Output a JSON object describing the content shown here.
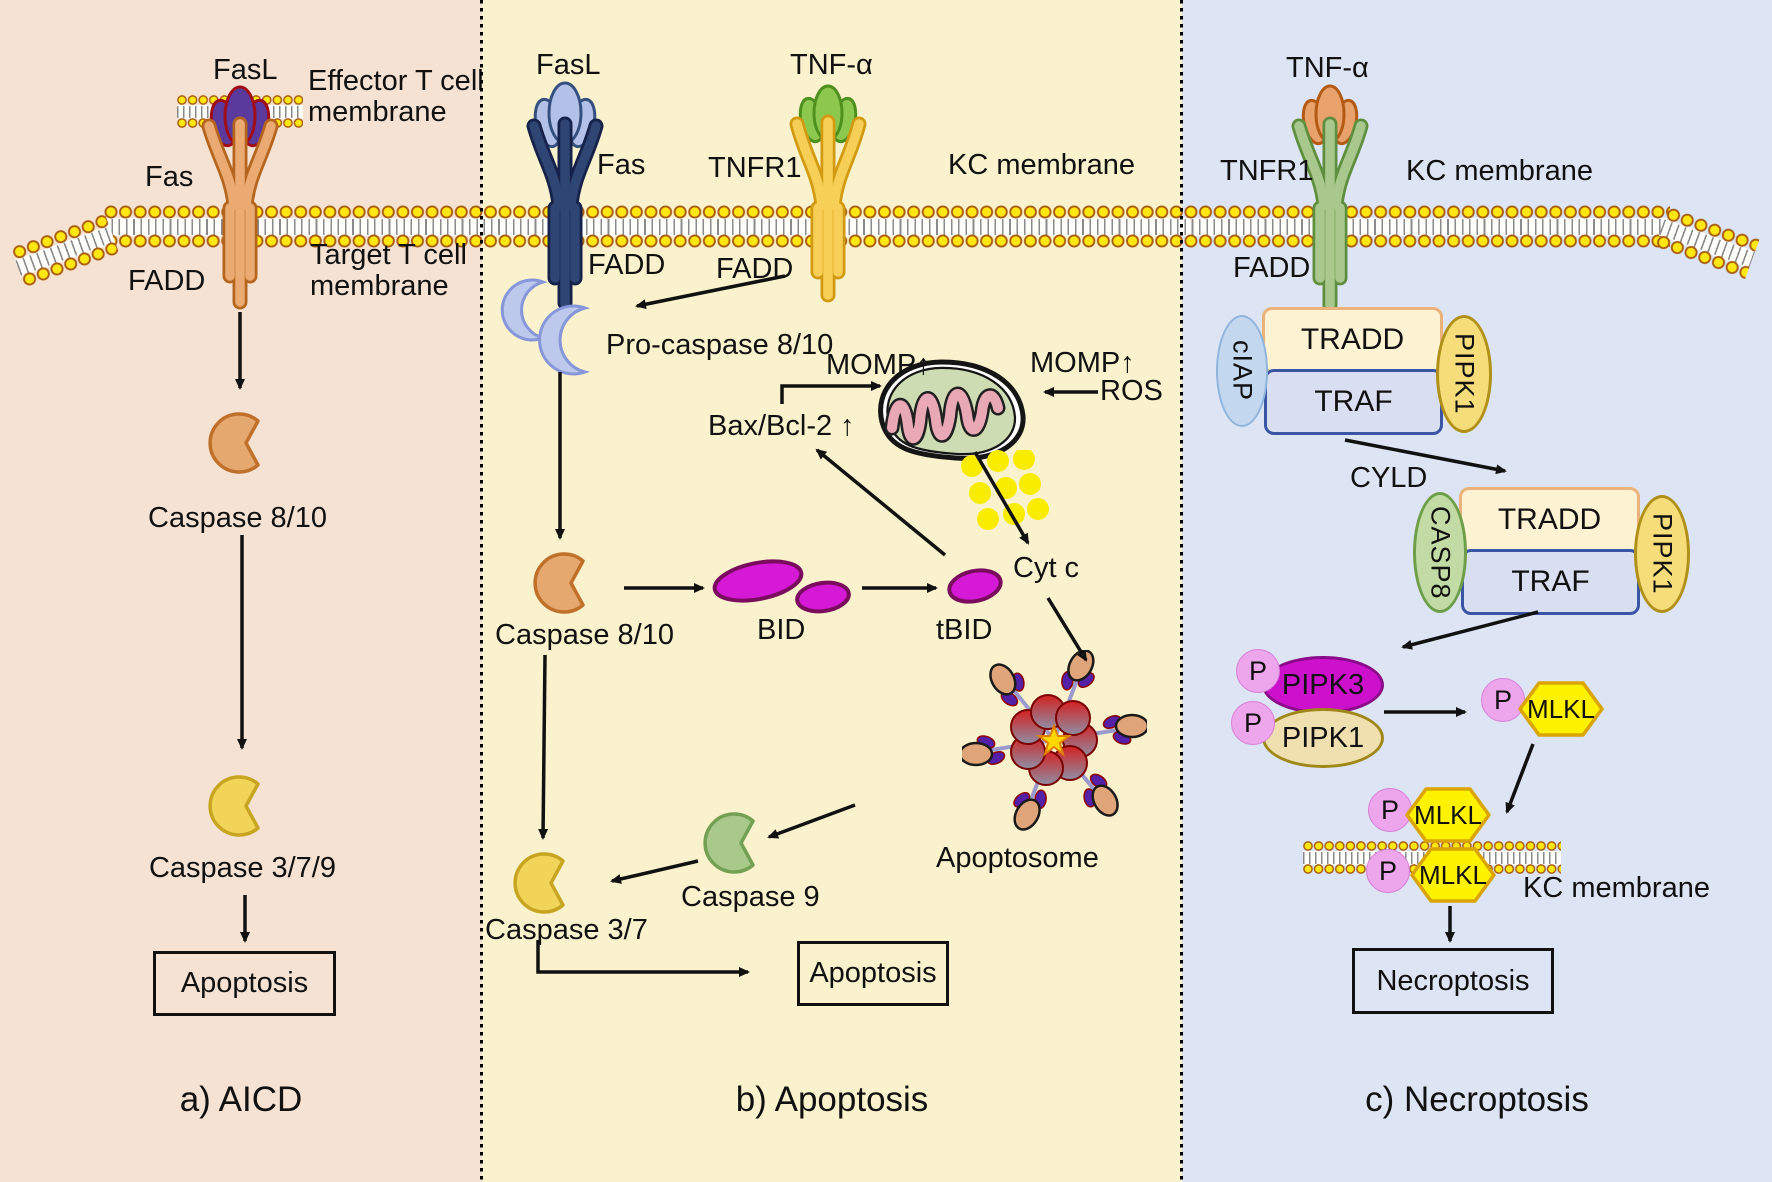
{
  "figure": {
    "type": "pathway-diagram",
    "description": "Three cell-death signalling pathways in three colored panels"
  },
  "panels": {
    "a": {
      "title": "a) AICD",
      "fasl": "FasL",
      "effector_membrane_line1": "Effector T cell",
      "effector_membrane_line2": "membrane",
      "fas": "Fas",
      "fadd": "FADD",
      "target_membrane_line1": "Target T cell",
      "target_membrane_line2": "membrane",
      "caspase810": "Caspase 8/10",
      "caspase379": "Caspase 3/7/9",
      "apoptosis": "Apoptosis"
    },
    "b": {
      "title": "b) Apoptosis",
      "fasl": "FasL",
      "fas": "Fas",
      "tnfa": "TNF-α",
      "tnfr1": "TNFR1",
      "kc_membrane": "KC membrane",
      "fadd_left": "FADD",
      "fadd_right": "FADD",
      "pro_caspase": "Pro-caspase 8/10",
      "momp_left": "MOMP↑",
      "momp_right": "MOMP↑",
      "ros": "ROS",
      "bax_bcl2": "Bax/Bcl-2 ↑",
      "caspase810": "Caspase 8/10",
      "bid": "BID",
      "tbid": "tBID",
      "cytc": "Cyt c",
      "apoptosome": "Apoptosome",
      "caspase9": "Caspase 9",
      "caspase37": "Caspase 3/7",
      "apoptosis": "Apoptosis"
    },
    "c": {
      "title": "c) Necroptosis",
      "tnfa": "TNF-α",
      "tnfr1": "TNFR1",
      "kc_membrane_top": "KC membrane",
      "fadd": "FADD",
      "ciap": "cIAP",
      "tradd1": "TRADD",
      "traf1": "TRAF",
      "pipk1_a": "PIPK1",
      "cyld": "CYLD",
      "casp8": "CASP8",
      "tradd2": "TRADD",
      "traf2": "TRAF",
      "pipk1_b": "PIPK1",
      "p_label": "P",
      "pipk3": "PIPK3",
      "pipk1_c": "PIPK1",
      "mlkl1": "MLKL",
      "mlkl2": "MLKL",
      "mlkl3": "MLKL",
      "kc_membrane_bottom": "KC membrane",
      "necroptosis": "Necroptosis"
    }
  },
  "colors": {
    "panel_a_bg": "#f6e2d2",
    "panel_b_bg": "#faf2cc",
    "panel_c_bg": "#dde4f3",
    "membrane_bead": "#ffe713",
    "membrane_bead_ring": "#a85c10",
    "fas_a_fill": "#eaaa72",
    "fas_a_stroke": "#b5651d",
    "fasl_a_ligand": "#5b3a9e",
    "fas_b_fill": "#2f4574",
    "fas_b_stroke": "#16224a",
    "fasl_b_ligand": "#b3c1e8",
    "tnfr1_b_fill": "#f7cf56",
    "tnfr1_b_stroke": "#d19a10",
    "tnfa_b_ligand": "#8dc84e",
    "tnfr1_c_fill": "#a9c88e",
    "tnfr1_c_stroke": "#5f8f3e",
    "tnfa_c_ligand": "#e9a26b",
    "procaspase_moon": "#bcc8ec",
    "caspase810_pac": "#e5a86f",
    "caspase37_pac": "#f2d459",
    "caspase9_pac": "#a8c98a",
    "bid_magenta": "#d619d6",
    "cytc_dot": "#f8ec00",
    "mito_inner": "#cddcb2",
    "mito_cristae": "#e8a8b6",
    "tradd_fill": "#fdf3d3",
    "tradd_stroke": "#ecb27c",
    "traf_fill": "#d9def1",
    "traf_stroke": "#3b55a5",
    "ciap_fill": "#c3d7ef",
    "casp8_fill": "#c2dba4",
    "pipk1_ell_fill": "#f6dd7a",
    "pipk3_fill": "#cc10cc",
    "pipk1_small_fill": "#f0e0b0",
    "p_circle": "#eda5ec",
    "mlkl_fill": "#fff200",
    "mlkl_stroke": "#d9a404"
  }
}
